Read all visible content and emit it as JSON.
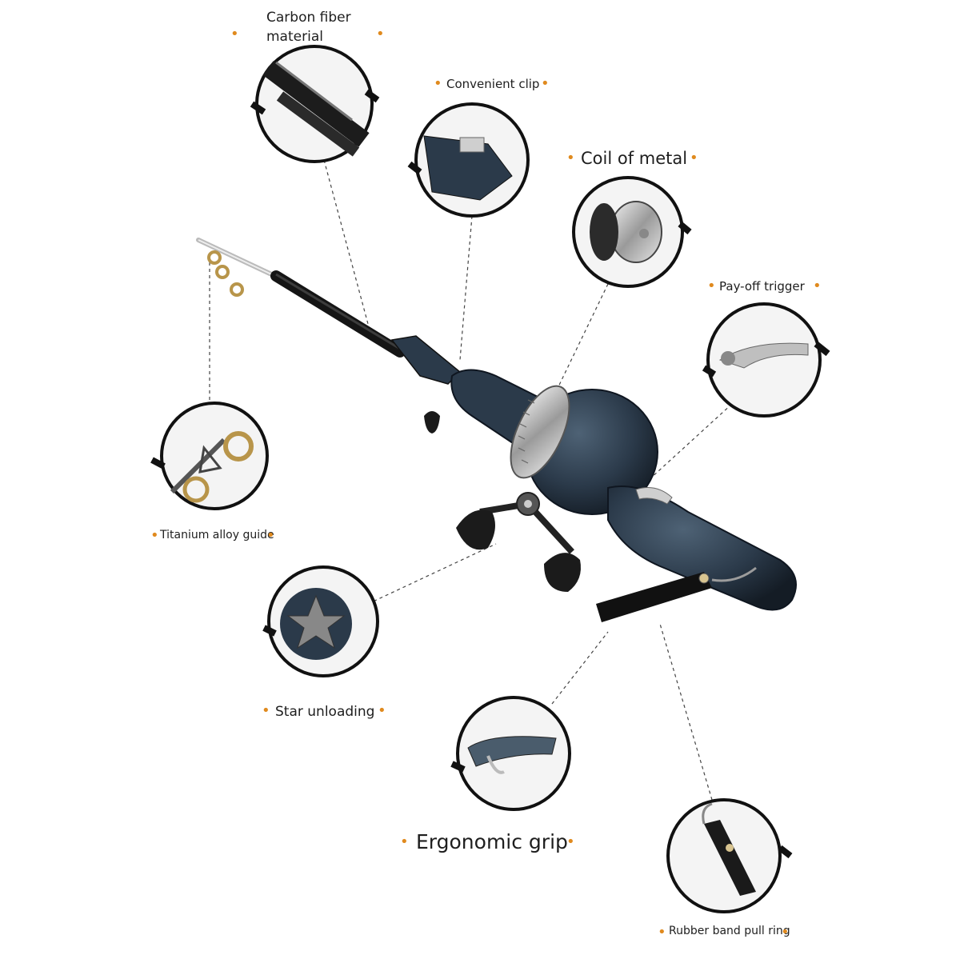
{
  "labels": {
    "carbon_fiber": "Carbon fiber\nmaterial",
    "convenient_clip": "Convenient clip",
    "coil_of_metal": "Coil of metal",
    "pay_off_trigger": "Pay-off trigger",
    "titanium_guide": "Titanium alloy guide",
    "star_unloading": "Star unloading",
    "ergonomic_grip": "Ergonomic grip",
    "rubber_band": "Rubber band pull ring"
  },
  "colors": {
    "accent_dot": "#e08a1e",
    "reel_body": "#2b3a4a",
    "rod": "#1a1a1a",
    "metal": "#c8c8c8"
  }
}
